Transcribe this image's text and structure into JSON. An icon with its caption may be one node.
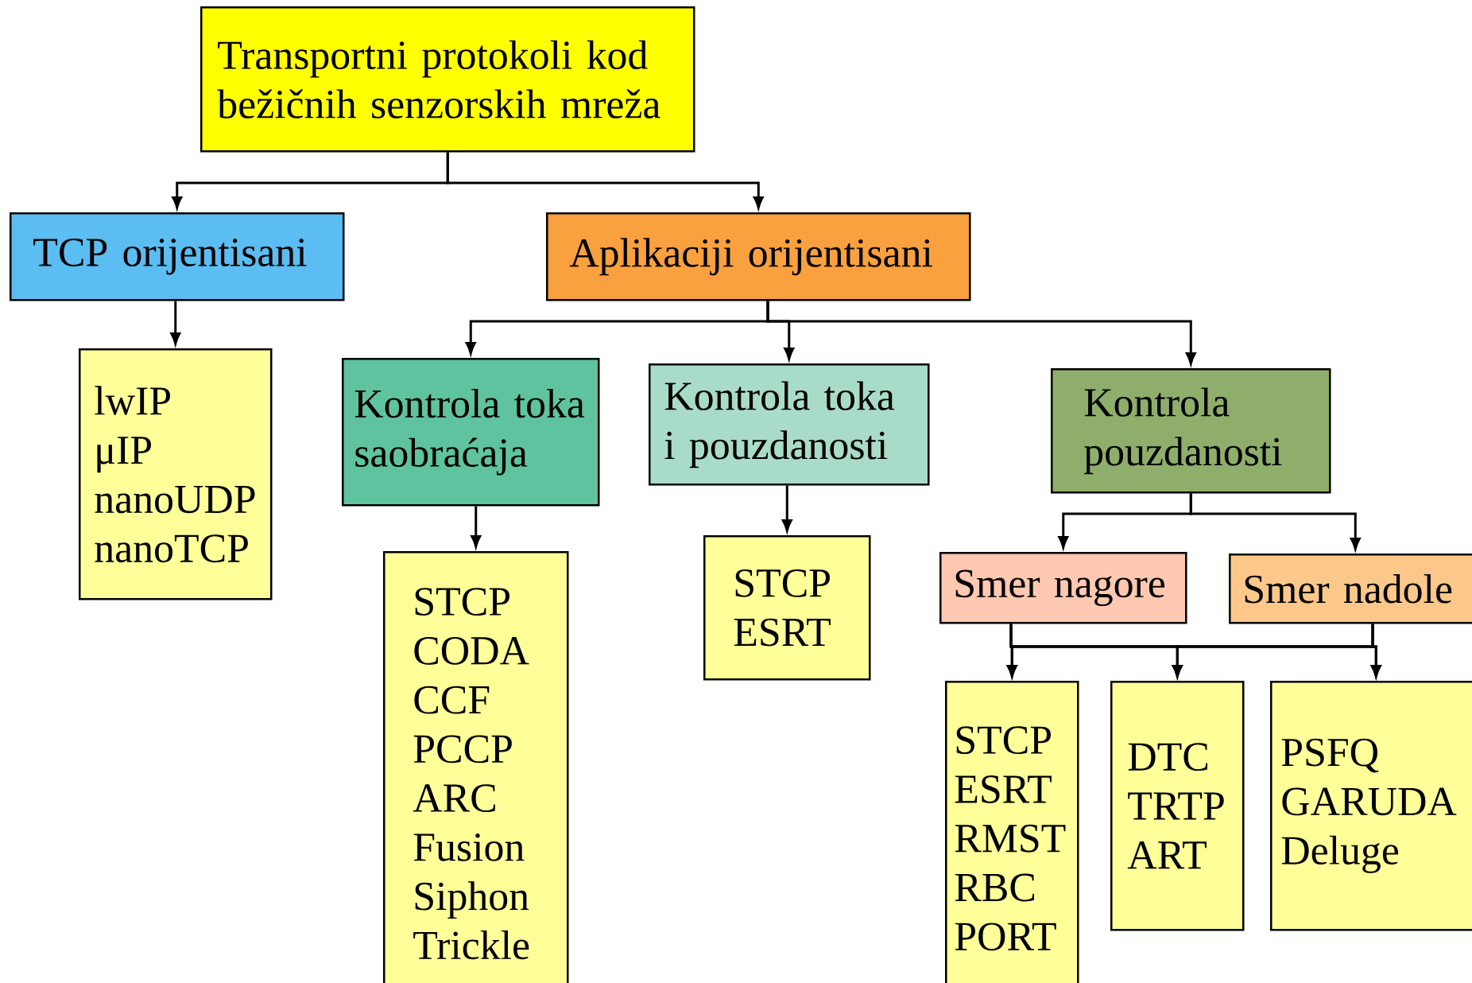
{
  "diagram": {
    "nodes": [
      {
        "text": [
          "Transportni protokoli kod bežičnih senzorskih mreža"
        ]
      },
      {
        "text": [
          "TCP orijentisani"
        ]
      },
      {
        "text": [
          "Aplikaciji orijentisani"
        ]
      },
      {
        "text": [
          "lwIP",
          "μIP",
          "nanoUDP",
          "nanoTCP"
        ]
      },
      {
        "text": [
          "Kontrola toka saobraćaja"
        ]
      },
      {
        "text": [
          "Kontrola toka i pouzdanosti"
        ]
      },
      {
        "text": [
          "Kontrola pouzdanosti"
        ]
      },
      {
        "text": [
          "STCP",
          "CODA",
          "CCF",
          "PCCP",
          "ARC",
          "Fusion",
          "Siphon",
          "Trickle"
        ]
      },
      {
        "text": [
          "STCP",
          "ESRT"
        ]
      },
      {
        "text": [
          "Smer nagore"
        ]
      },
      {
        "text": [
          "Smer nadole"
        ]
      },
      {
        "text": [
          "STCP",
          "ESRT",
          "RMST",
          "RBC",
          "PORT"
        ]
      },
      {
        "text": [
          "DTC",
          "TRTP",
          "ART"
        ]
      },
      {
        "text": [
          "PSFQ",
          "GARUDA",
          "Deluge"
        ]
      }
    ],
    "edges": [
      {
        "from": 0,
        "to": 1,
        "arrow": "to"
      },
      {
        "from": 0,
        "to": 2,
        "arrow": "to"
      },
      {
        "from": 1,
        "to": 3,
        "arrow": "to"
      },
      {
        "from": 2,
        "to": 4,
        "arrow": "to"
      },
      {
        "from": 2,
        "to": 5,
        "arrow": "to"
      },
      {
        "from": 2,
        "to": 6,
        "arrow": "to"
      },
      {
        "from": 4,
        "to": 7,
        "arrow": "to"
      },
      {
        "from": 5,
        "to": 8,
        "arrow": "to"
      },
      {
        "from": 6,
        "to": 9,
        "arrow": "to"
      },
      {
        "from": 6,
        "to": 10,
        "arrow": "to"
      },
      {
        "from": 9,
        "to": 11,
        "arrow": "to"
      },
      {
        "from": 9,
        "to": 12,
        "arrow": "to"
      },
      {
        "from": 9,
        "to": 13,
        "arrow": "to"
      },
      {
        "from": 10,
        "to": 11,
        "arrow": "to"
      },
      {
        "from": 10,
        "to": 12,
        "arrow": "to"
      },
      {
        "from": 10,
        "to": 13,
        "arrow": "to"
      }
    ]
  }
}
